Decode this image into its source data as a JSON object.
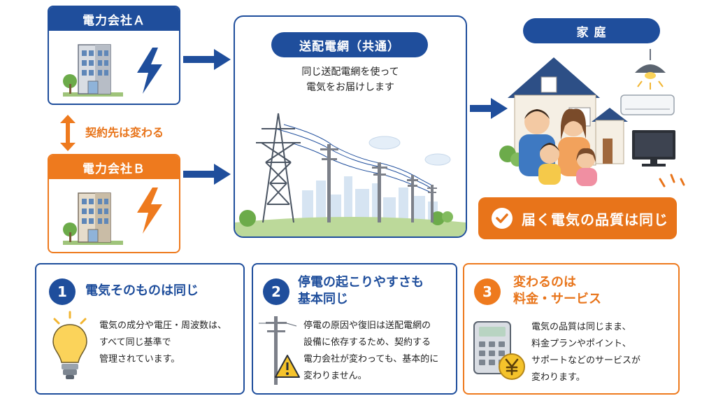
{
  "companies": {
    "a": {
      "label": "電力会社Ａ"
    },
    "b": {
      "label": "電力会社Ｂ"
    },
    "switch_note": "契約先は変わる"
  },
  "grid": {
    "title": "送配電網（共通）",
    "desc_line1": "同じ送配電網を使って",
    "desc_line2": "電気をお届けします"
  },
  "home": {
    "title": "家 庭",
    "badge": "届く電気の品質は同じ"
  },
  "cards": [
    {
      "num": "1",
      "title_line1": "電気そのものは同じ",
      "title_line2": "",
      "body": [
        "電気の成分や電圧・周波数は、",
        "すべて同じ基準で",
        "管理されています。"
      ]
    },
    {
      "num": "2",
      "title_line1": "停電の起こりやすさも",
      "title_line2": "基本同じ",
      "body": [
        "停電の原因や復旧は送配電網の",
        "設備に依存するため、契約する",
        "電力会社が変わっても、基本的に",
        "変わりません。"
      ]
    },
    {
      "num": "3",
      "title_line1": "変わるのは",
      "title_line2": "料金・サービス",
      "body": [
        "電気の品質は同じまま、",
        "料金プランやポイント、",
        "サポートなどのサービスが",
        "変わります。"
      ]
    }
  ],
  "icons": {
    "bolt_a": "lightning-bolt-icon",
    "bolt_b": "lightning-bolt-icon",
    "bulb": "lightbulb-icon",
    "pole": "utility-pole-icon",
    "warning": "warning-icon",
    "calculator": "calculator-icon",
    "yen": "yen-coin-icon",
    "check": "check-circle-icon"
  },
  "colors": {
    "blue": "#1f4e9c",
    "orange": "#ee7a1e",
    "sky": "#2f7fd6"
  }
}
